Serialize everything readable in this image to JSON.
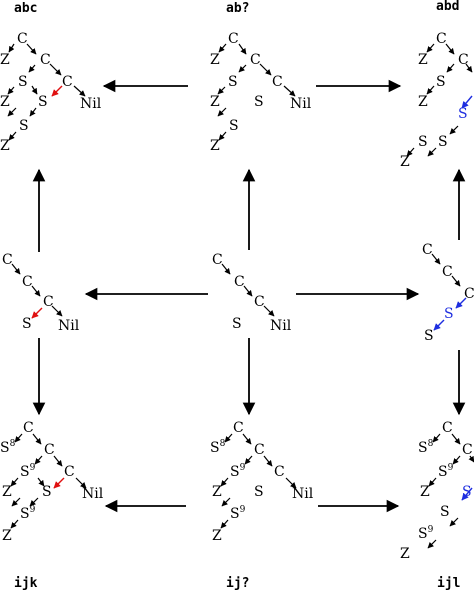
{
  "corner_labels": {
    "top_left": "abc",
    "top_mid": "ab?",
    "top_right": "abd",
    "bottom_left": "ijk",
    "bottom_mid": "ij?",
    "bottom_right": "ijl"
  },
  "symbols": {
    "cons": "C",
    "zero": "Z",
    "succ": "S",
    "nil": "Nil",
    "exp8": "8",
    "exp9": "9"
  },
  "colors": {
    "ink": "#000000",
    "red_arrow": "#e01010",
    "blue_arrow": "#1e2ee0"
  }
}
